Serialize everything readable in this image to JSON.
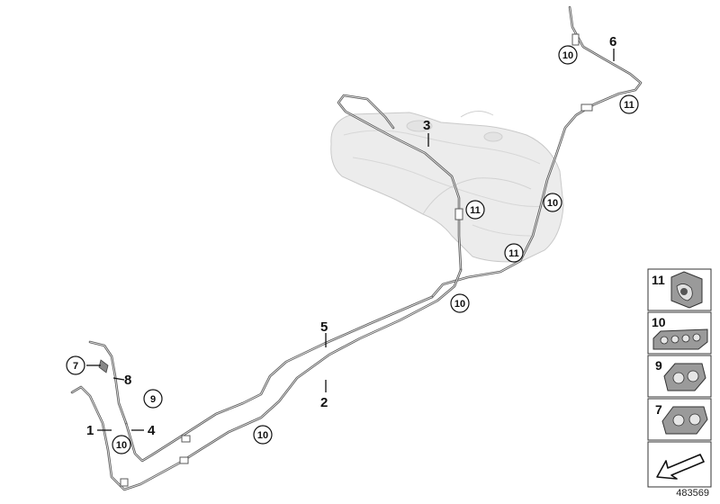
{
  "callouts": {
    "plain": [
      {
        "id": "p1",
        "text": "1"
      },
      {
        "id": "p2",
        "text": "2"
      },
      {
        "id": "p3",
        "text": "3"
      },
      {
        "id": "p4",
        "text": "4"
      },
      {
        "id": "p5",
        "text": "5"
      },
      {
        "id": "p6",
        "text": "6"
      },
      {
        "id": "p8",
        "text": "8"
      }
    ],
    "circled": [
      {
        "id": "c7",
        "text": "7"
      },
      {
        "id": "c9",
        "text": "9"
      },
      {
        "id": "c10a",
        "text": "10"
      },
      {
        "id": "c10b",
        "text": "10"
      },
      {
        "id": "c10c",
        "text": "10"
      },
      {
        "id": "c10d",
        "text": "10"
      },
      {
        "id": "c10e",
        "text": "10"
      },
      {
        "id": "c11a",
        "text": "11"
      },
      {
        "id": "c11b",
        "text": "11"
      },
      {
        "id": "c11c",
        "text": "11"
      }
    ]
  },
  "key": [
    {
      "index": "11",
      "icon": "clip-11-icon"
    },
    {
      "index": "10",
      "icon": "clip-10-icon"
    },
    {
      "index": "9",
      "icon": "clip-9-icon"
    },
    {
      "index": "7",
      "icon": "clip-7-icon"
    }
  ],
  "navigation_icon": "arrow-down-left-icon",
  "diagram_id": "483569",
  "colors": {
    "pipe": "#5a5a5a",
    "tank": "#e9e9e9",
    "line": "#111111"
  }
}
